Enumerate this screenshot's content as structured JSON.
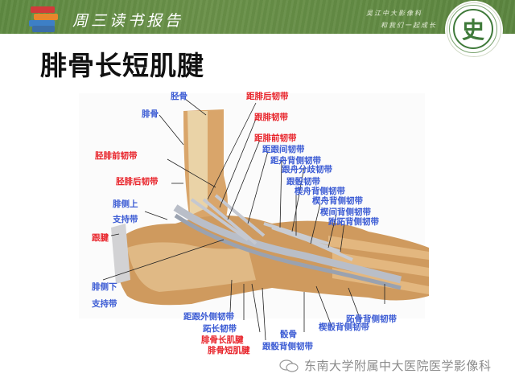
{
  "banner": {
    "brand": "周三读书报告",
    "motto_line1": "吴江中大影像科",
    "motto_line2": "和我们一起成长",
    "seal_glyph": "史",
    "colors": {
      "banner_green": "#628c45",
      "seal_green": "#3f7a3a"
    }
  },
  "slide": {
    "title": "腓骨长短肌腱"
  },
  "figure": {
    "labels_left": [
      {
        "text": "腓骨",
        "color": "blue"
      },
      {
        "text": "胫腓前韧带",
        "color": "red"
      },
      {
        "text": "胫腓后韧带",
        "color": "red"
      },
      {
        "text": "腓侧上",
        "color": "blue"
      },
      {
        "text": "支持带",
        "color": "blue"
      },
      {
        "text": "跟腱",
        "color": "red"
      },
      {
        "text": "腓侧下",
        "color": "blue"
      },
      {
        "text": "支持带",
        "color": "blue"
      }
    ],
    "labels_top": [
      {
        "text": "胫骨",
        "color": "blue"
      },
      {
        "text": "距腓后韧带",
        "color": "red"
      },
      {
        "text": "跟腓韧带",
        "color": "red"
      },
      {
        "text": "距腓前韧带",
        "color": "red"
      },
      {
        "text": "距跟间韧带",
        "color": "blue"
      },
      {
        "text": "距舟背侧韧带",
        "color": "blue"
      },
      {
        "text": "跟舟分歧韧带",
        "color": "blue"
      },
      {
        "text": "跟骰韧带",
        "color": "blue"
      },
      {
        "text": "楔舟背侧韧带",
        "color": "blue"
      },
      {
        "text": "楔舟背侧韧带",
        "color": "blue"
      },
      {
        "text": "楔间背侧韧带",
        "color": "blue"
      },
      {
        "text": "跗跖背侧韧带",
        "color": "blue"
      }
    ],
    "labels_bottom": [
      {
        "text": "距跟外侧韧带",
        "color": "blue"
      },
      {
        "text": "跖长韧带",
        "color": "blue"
      },
      {
        "text": "腓骨长肌腱",
        "color": "red"
      },
      {
        "text": "腓骨短肌腱",
        "color": "red"
      },
      {
        "text": "跟骰背侧韧带",
        "color": "blue"
      },
      {
        "text": "骰骨",
        "color": "blue"
      },
      {
        "text": "楔骰背侧韧带",
        "color": "blue"
      },
      {
        "text": "跖骨背侧韧带",
        "color": "blue"
      }
    ],
    "colors": {
      "label_blue": "#3b5bd4",
      "label_red": "#e8232a"
    }
  },
  "watermark": {
    "icon": "wechat-icon",
    "text": "东南大学附属中大医院医学影像科"
  }
}
